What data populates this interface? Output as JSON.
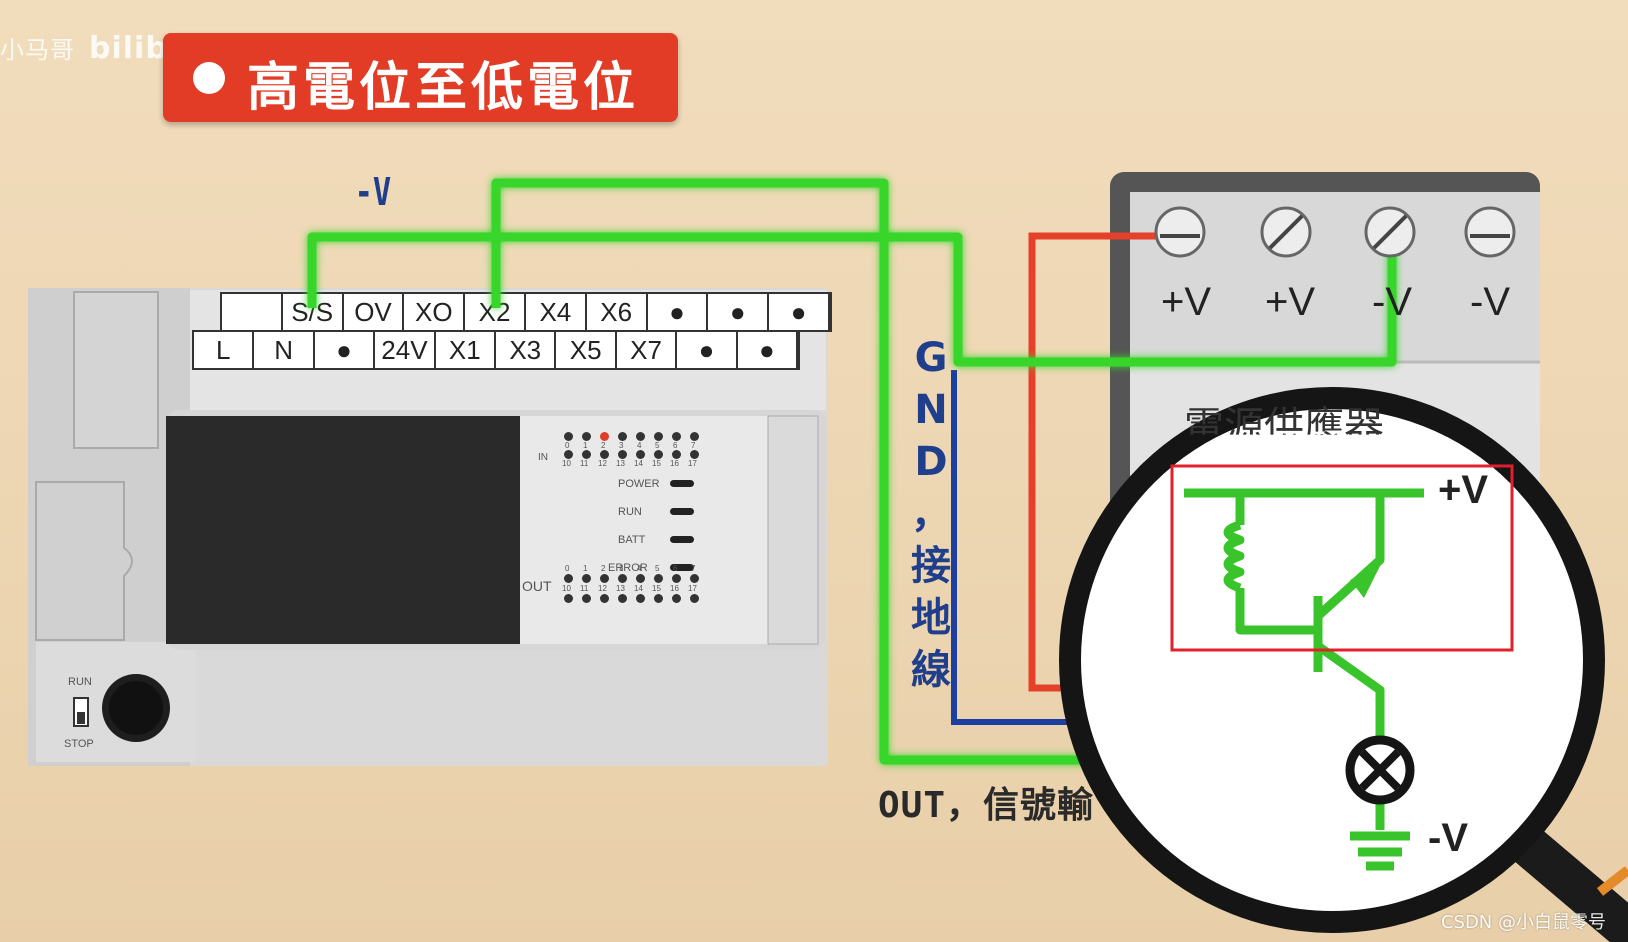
{
  "watermark": {
    "name": "小马哥",
    "logo": "bilibili"
  },
  "title": {
    "text": "高電位至低電位",
    "bg_color": "#e23b26"
  },
  "labels": {
    "minus_v": "-V",
    "gnd": [
      "G",
      "N",
      "D",
      "，",
      "接",
      "地",
      "線"
    ],
    "out": "OUT，信號輸"
  },
  "plc": {
    "top_row": [
      "",
      "S/S",
      "OV",
      "XO",
      "X2",
      "X4",
      "X6",
      "●",
      "●",
      "●"
    ],
    "bottom_row": [
      "L",
      "N",
      "●",
      "24V",
      "X1",
      "X3",
      "X5",
      "X7",
      "●",
      "●"
    ],
    "in_label": "IN",
    "in_numbers_top": [
      "0",
      "1",
      "2",
      "3",
      "4",
      "5",
      "6",
      "7"
    ],
    "in_numbers_bottom": [
      "10",
      "11",
      "12",
      "13",
      "14",
      "15",
      "16",
      "17"
    ],
    "status_leds": [
      "POWER",
      "RUN",
      "BATT",
      "ERROR"
    ],
    "out_label": "OUT",
    "switch_top": "RUN",
    "switch_bottom": "STOP"
  },
  "psu": {
    "terminals": [
      "+V",
      "+V",
      "-V",
      "-V"
    ],
    "name_partial": "電源供應器"
  },
  "magnifier": {
    "plus_v": "+V",
    "minus_v": "-V"
  },
  "colors": {
    "wire_green": "#38d62a",
    "wire_red": "#e5412a",
    "wire_blue": "#1d3fa0",
    "highlight": "#e0202a"
  },
  "credit": "CSDN @小白鼠零号"
}
